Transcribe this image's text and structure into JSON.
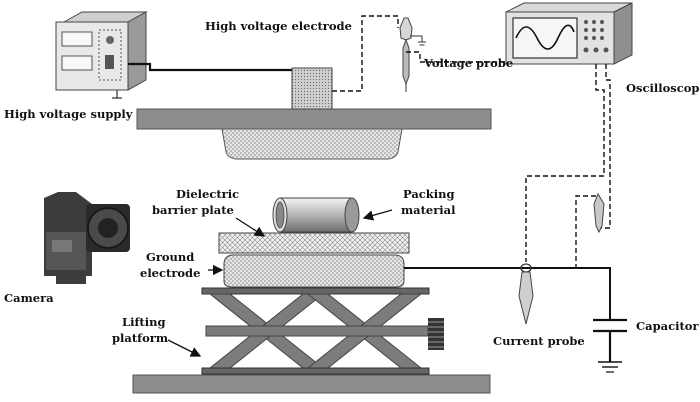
{
  "labels": {
    "hv_electrode": "High voltage electrode",
    "voltage_probe": "Voltage probe",
    "hv_supply": "High voltage supply",
    "oscilloscope": "Oscilloscope",
    "dielectric_1": "Dielectric",
    "dielectric_2": "barrier plate",
    "packing_1": "Packing",
    "packing_2": "material",
    "ground_1": "Ground",
    "ground_2": "electrode",
    "camera": "Camera",
    "lifting_1": "Lifting",
    "lifting_2": "platform",
    "current_probe": "Current probe",
    "capacitor": "Capacitor"
  }
}
